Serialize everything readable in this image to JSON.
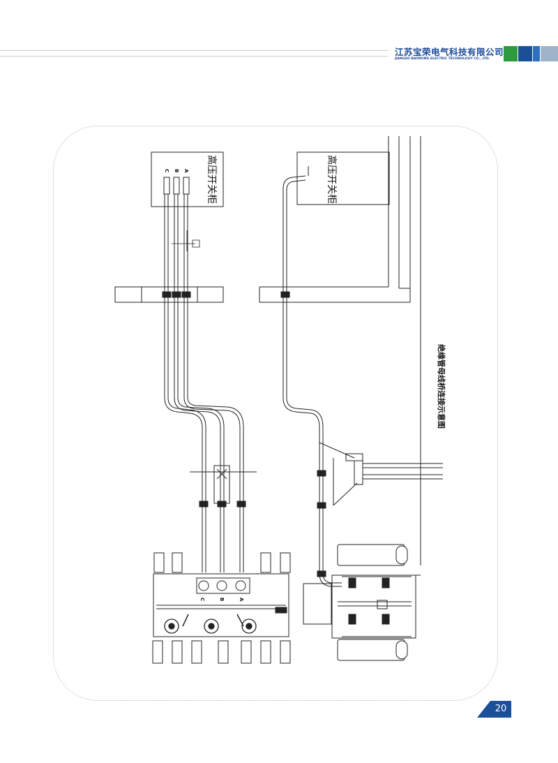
{
  "header": {
    "company_cn": "江苏宝荣电气科技有限公司",
    "company_en": "JIANGSU BAORONG ELECTRIC TECHNOLOGY CO., LTD.",
    "accent_colors": [
      "#2e9a3e",
      "#1c4f99",
      "#2d6fc2",
      "#9fb4c8"
    ]
  },
  "diagram": {
    "cabinet_label_left": "高压开关柜",
    "cabinet_label_right": "高压开关柜",
    "phase_labels_top": [
      "C",
      "B",
      "A"
    ],
    "phase_labels_bottom": [
      "C",
      "B",
      "A"
    ],
    "caption": "绝缘管母线桥连接示意图"
  },
  "footer": {
    "page_number": "20"
  }
}
